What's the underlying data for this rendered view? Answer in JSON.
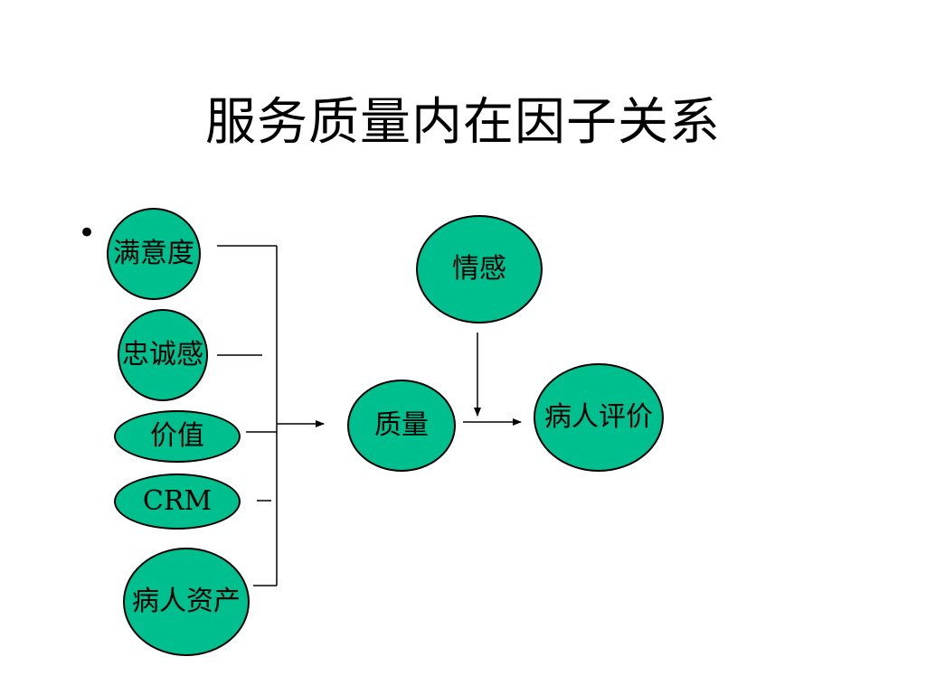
{
  "title": "服务质量内在因子关系",
  "bullet": "•",
  "colors": {
    "node_fill": "#00bf8f",
    "line": "#000000"
  },
  "nodes": {
    "satisfaction": "满意度",
    "loyalty": "忠诚感",
    "value": "价值",
    "crm": "CRM",
    "patient_assets": "病人资产",
    "emotion": "情感",
    "quality": "质量",
    "patient_evaluation": "病人评价"
  }
}
